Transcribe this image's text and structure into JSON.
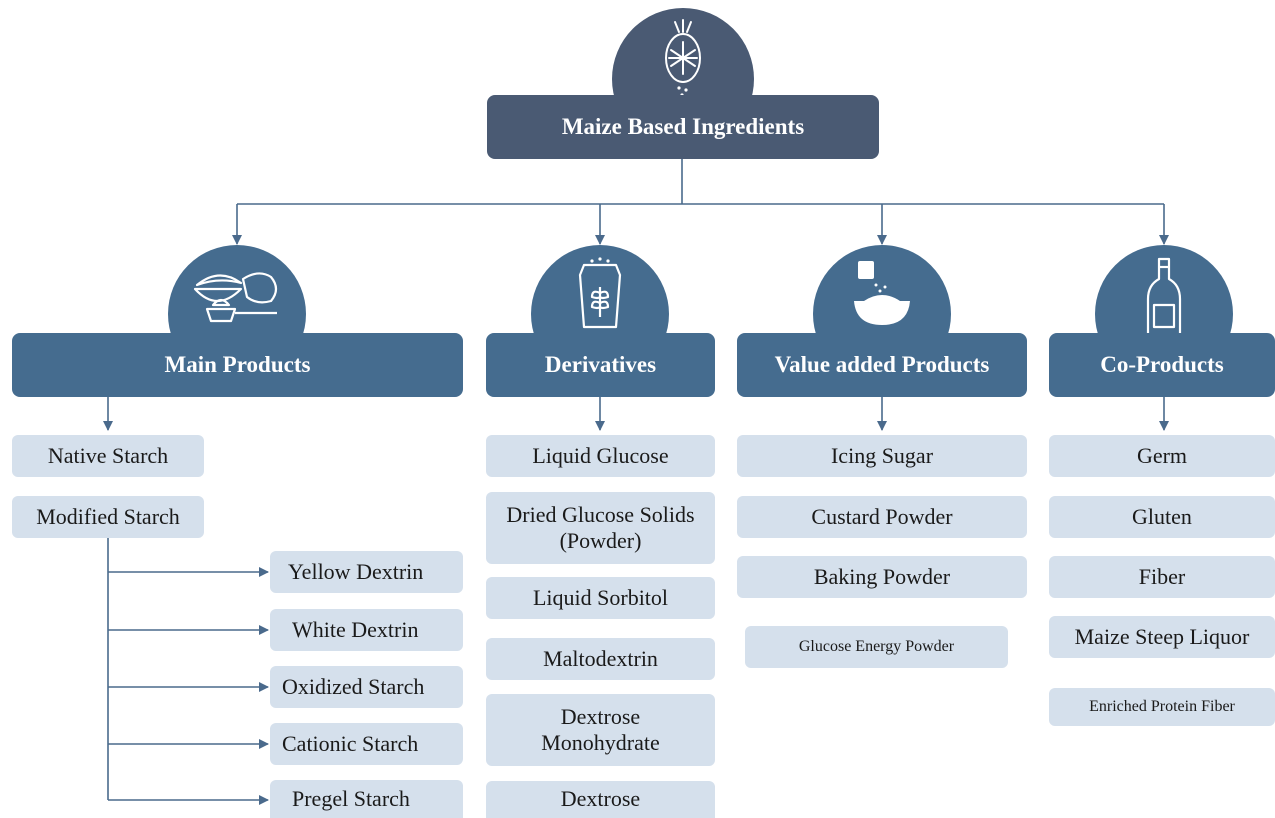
{
  "root": {
    "label": "Maize Based Ingredients"
  },
  "categories": [
    {
      "label": "Main Products"
    },
    {
      "label": "Derivatives"
    },
    {
      "label": "Value added Products"
    },
    {
      "label": "Co-Products"
    }
  ],
  "main_products": {
    "native_starch": "Native Starch",
    "modified_starch": "Modified Starch",
    "modified_types": [
      "Yellow Dextrin",
      "White Dextrin",
      "Oxidized Starch",
      "Cationic Starch",
      "Pregel Starch"
    ]
  },
  "derivatives": [
    "Liquid Glucose",
    "Dried Glucose Solids (Powder)",
    "Liquid Sorbitol",
    "Maltodextrin",
    "Dextrose Monohydrate",
    "Dextrose"
  ],
  "value_added": [
    "Icing Sugar",
    "Custard Powder",
    "Baking Powder",
    "Glucose Energy Powder"
  ],
  "co_products": [
    "Germ",
    "Gluten",
    "Fiber",
    "Maize Steep Liquor",
    "Enriched Protein Fiber"
  ],
  "colors": {
    "root": "#4a5a73",
    "category": "#456c8f",
    "item_bg": "#d5e0ec",
    "connector": "#4a6a8c"
  },
  "icons": [
    "corn-icon",
    "flour-bowl-icon",
    "sugar-bag-icon",
    "powder-bowl-icon",
    "bottle-icon"
  ]
}
